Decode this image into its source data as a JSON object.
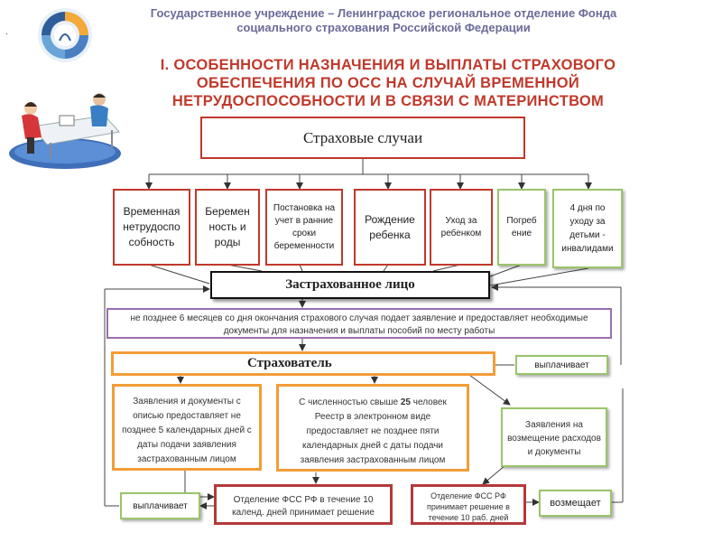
{
  "header": {
    "line1": "Государственное учреждение – Ленинградское региональное отделение Фонда",
    "line2": "социального страхования Российской Федерации",
    "dot": "."
  },
  "title": {
    "line1": "I. ОСОБЕННОСТИ НАЗНАЧЕНИЯ И ВЫПЛАТЫ СТРАХОВОГО",
    "line2": "ОБЕСПЕЧЕНИЯ ПО ОСС НА СЛУЧАЙ ВРЕМЕННОЙ",
    "line3": "НЕТРУДОСПОСОБНОСТИ И В СВЯЗИ С МАТЕРИНСТВОМ"
  },
  "root": {
    "label": "Страховые случаи"
  },
  "cases": [
    {
      "label": "Временная нетрудоспо собность"
    },
    {
      "label": "Беремен ность и роды"
    },
    {
      "label": "Постановка на учет в ранние сроки беременности"
    },
    {
      "label": "Рождение ребенка"
    },
    {
      "label": "Уход за ребенком"
    },
    {
      "label": "Погреб ение"
    },
    {
      "label": "4 дня по уходу за детьми - инвалидами"
    }
  ],
  "insured": {
    "label": "Застрахованное лицо"
  },
  "application_note": {
    "line1": "не позднее 6 месяцев со дня окончания страхового случая подает заявление и предоставляет необходимые",
    "line2": "документы для назначения и выплаты пособий  по месту работы"
  },
  "insurer": {
    "label": "Страхователь"
  },
  "pays_right": {
    "label": "выплачивает"
  },
  "box_small_employer": {
    "line1": "Заявления и документы с",
    "line2": "описью предоставляет не",
    "line3": "позднее 5 календарных дней с",
    "line4": "даты подачи заявления",
    "line5": "застрахованным лицом"
  },
  "box_large_employer": {
    "line1a": "С численностью свыше ",
    "line1b": "25",
    "line1c": " человек",
    "line2": "Реестр в электронном виде",
    "line3": "предоставляет не позднее пяти",
    "line4": "календарных дней с даты подачи",
    "line5": "заявления застрахованным лицом"
  },
  "box_reimbursement": {
    "line1": "Заявления на",
    "line2": "возмещение расходов",
    "line3": "и документы"
  },
  "pays_left": {
    "label": "выплачивает"
  },
  "fss_decision_10": {
    "line1": "Отделение ФСС РФ в течение 10",
    "line2": "календ. дней принимает решение"
  },
  "fss_decision_10_work": {
    "line1": "Отделение ФСС РФ",
    "line2": "принимает решение в",
    "line3": "течение 10 раб. дней"
  },
  "reimburses": {
    "label": "возмещает"
  },
  "colors": {
    "title_red": "#c0392b",
    "header_grey_blue": "#6b6b9a",
    "case_border_red": "#c0392b",
    "case_border_green": "#9ac46a",
    "orange": "#f29d38",
    "purple": "#9b6fb0"
  },
  "icons": [
    "fss-logo-icon",
    "office-workers-illustration"
  ]
}
